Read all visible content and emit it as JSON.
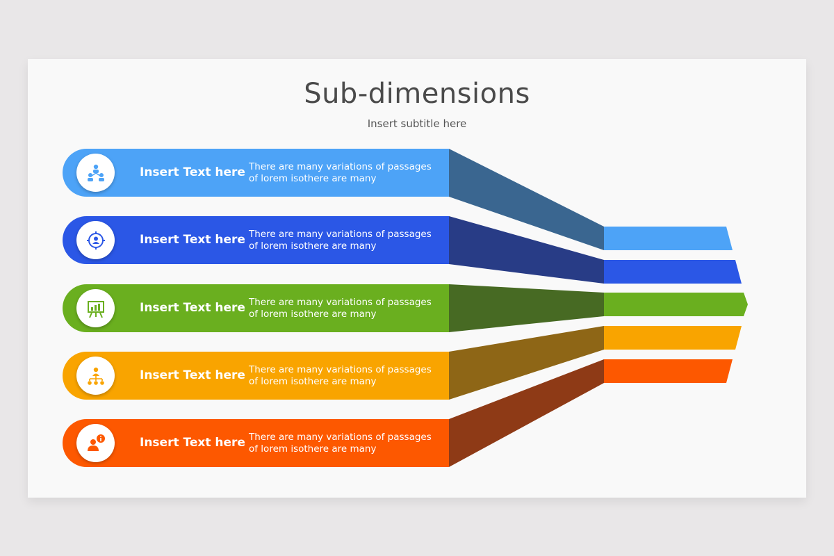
{
  "title": "Sub-dimensions",
  "subtitle": "Insert subtitle here",
  "rows": [
    {
      "label": "Insert Text here",
      "desc": "There are many variations of passages of lorem isothere are many",
      "color": "#4da3f7",
      "dark": "#3a6690",
      "icon": "team-network-icon"
    },
    {
      "label": "Insert Text here",
      "desc": "There are many variations of passages of lorem isothere are many",
      "color": "#2b57e6",
      "dark": "#283c86",
      "icon": "target-person-icon"
    },
    {
      "label": "Insert Text here",
      "desc": "There are many variations of passages of lorem isothere are many",
      "color": "#6aaf1f",
      "dark": "#476a23",
      "icon": "presentation-board-icon"
    },
    {
      "label": "Insert Text here",
      "desc": "There are many variations of passages of lorem isothere are many",
      "color": "#f9a400",
      "dark": "#8e6616",
      "icon": "hierarchy-person-icon"
    },
    {
      "label": "Insert Text here",
      "desc": "There are many variations of passages of lorem isothere are many",
      "color": "#fd5800",
      "dark": "#8e3a16",
      "icon": "person-info-icon"
    }
  ]
}
